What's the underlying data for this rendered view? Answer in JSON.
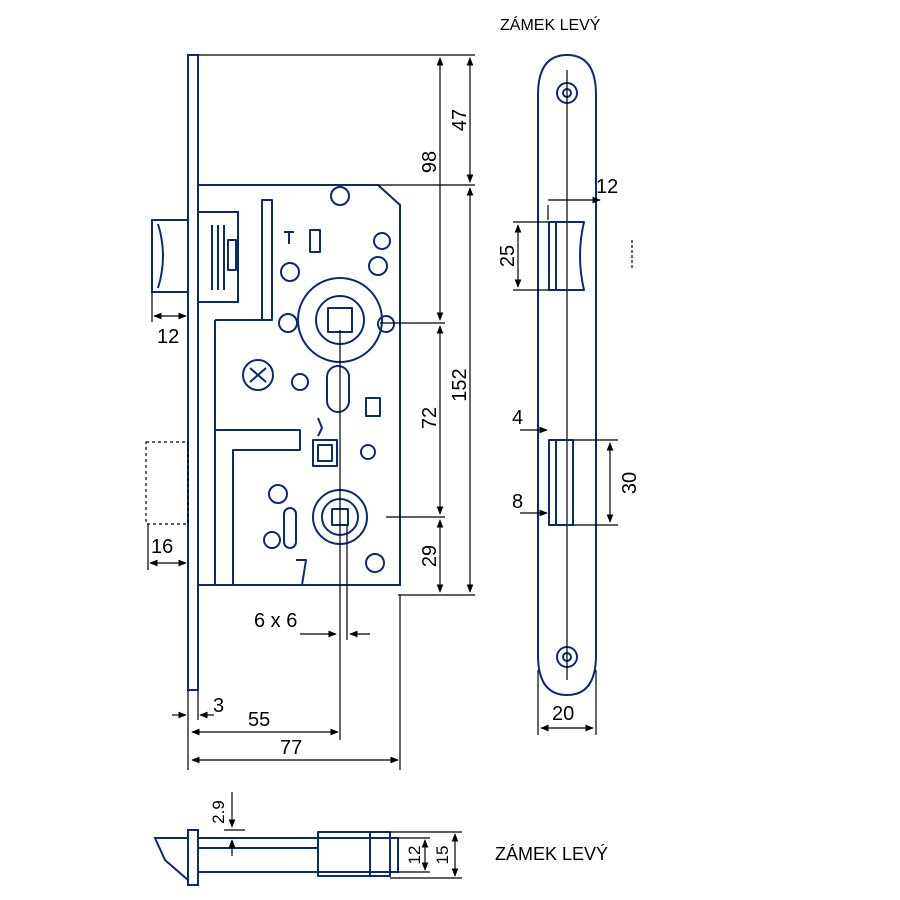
{
  "title_top": "ZÁMEK LEVÝ",
  "title_bottom": "ZÁMEK LEVÝ",
  "dimensions": {
    "d47": "47",
    "d98": "98",
    "d152": "152",
    "d72": "72",
    "d29": "29",
    "d12_latch": "12",
    "d16": "16",
    "d6x6": "6 x 6",
    "d3": "3",
    "d55": "55",
    "d77": "77",
    "d12_side": "12",
    "d25": "25",
    "d4": "4",
    "d8": "8",
    "d30": "30",
    "d20": "20",
    "d2_9": "2.9",
    "d12_bottom": "12",
    "d15": "15"
  },
  "colors": {
    "outline": "#0b2a73",
    "dimension": "#000000"
  }
}
